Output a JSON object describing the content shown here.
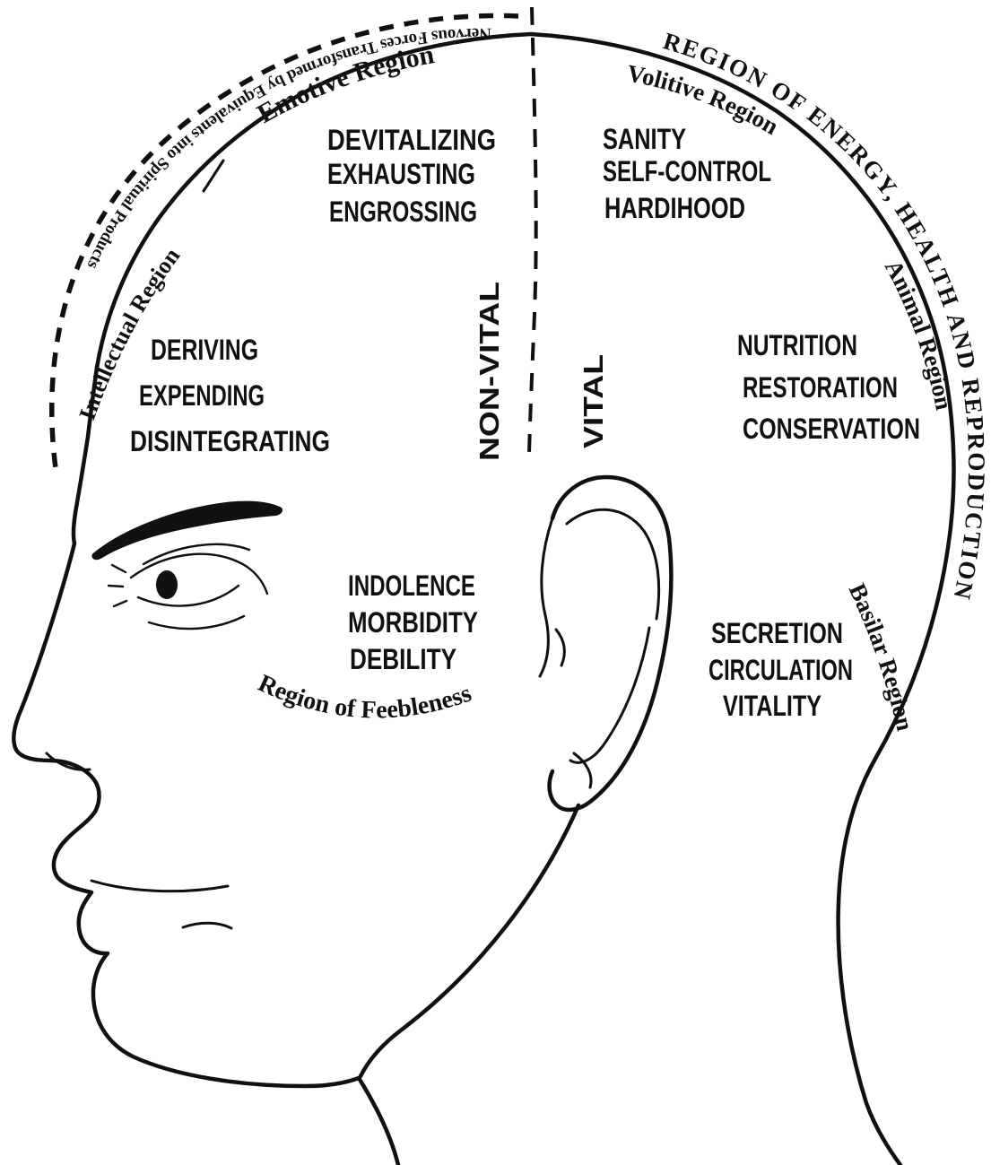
{
  "colors": {
    "ink": "#101010",
    "paper": "#ffffff"
  },
  "arcs": {
    "spiritual": "Nervous Forces Transformed by Equivalents into Spiritual Products",
    "energy": "REGION OF ENERGY, HEALTH AND REPRODUCTION"
  },
  "regions": {
    "emotive": {
      "label": "Emotive Region",
      "traits": [
        "DEVITALIZING",
        "EXHAUSTING",
        "ENGROSSING"
      ]
    },
    "volitive": {
      "label": "Volitive Region",
      "traits": [
        "SANITY",
        "SELF-CONTROL",
        "HARDIHOOD"
      ]
    },
    "intellectual": {
      "label": "Intellectual Region",
      "traits": [
        "DERIVING",
        "EXPENDING",
        "DISINTEGRATING"
      ]
    },
    "animal": {
      "label": "Animal Region",
      "traits": [
        "NUTRITION",
        "RESTORATION",
        "CONSERVATION"
      ]
    },
    "feebleness": {
      "label": "Region of Feebleness",
      "traits": [
        "INDOLENCE",
        "MORBIDITY",
        "DEBILITY"
      ]
    },
    "basilar": {
      "label": "Basilar Region",
      "traits": [
        "SECRETION",
        "CIRCULATION",
        "VITALITY"
      ]
    }
  },
  "dividers": {
    "front": "NON-VITAL",
    "back": "VITAL"
  }
}
